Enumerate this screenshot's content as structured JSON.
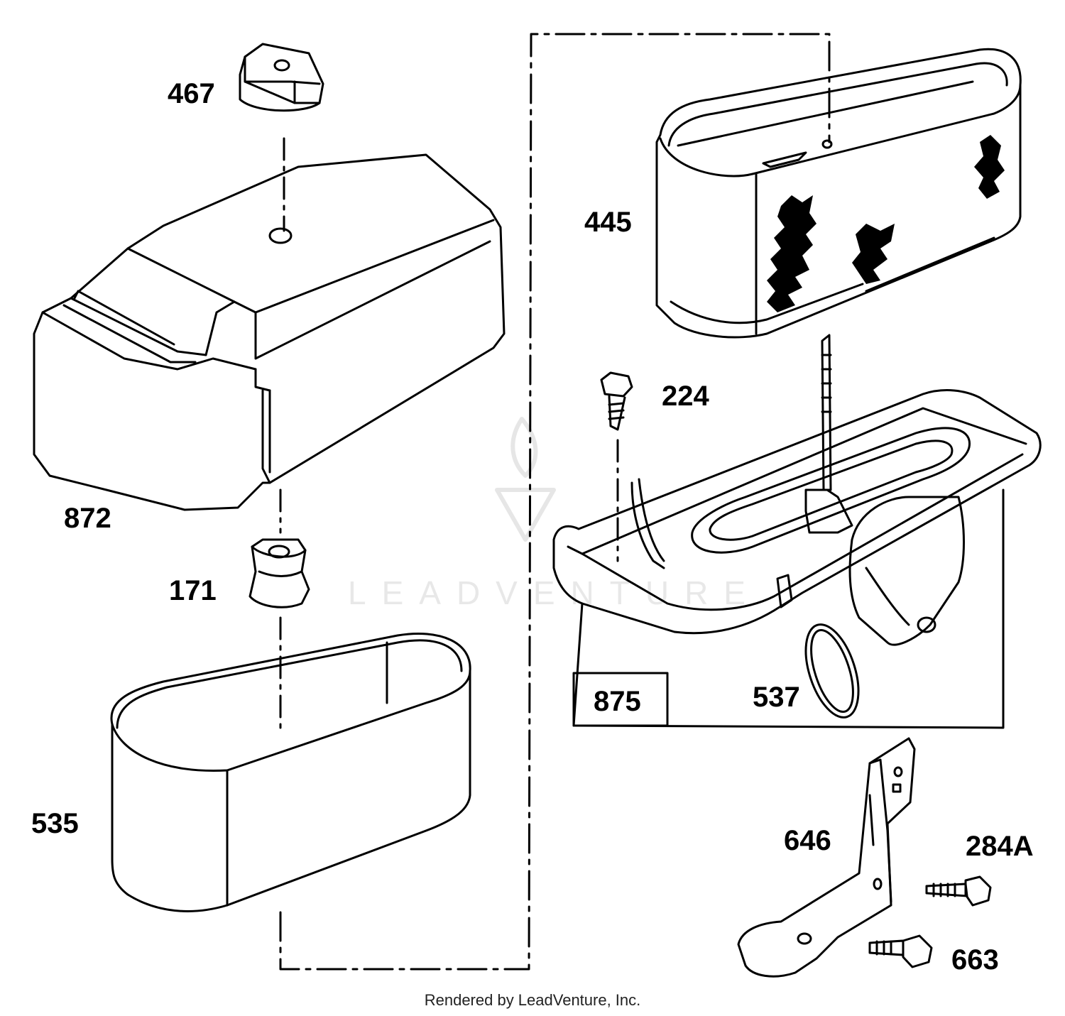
{
  "diagram": {
    "part_labels": {
      "p467": "467",
      "p872": "872",
      "p171": "171",
      "p535": "535",
      "p445": "445",
      "p224": "224",
      "p875": "875",
      "p537": "537",
      "p646": "646",
      "p284a": "284A",
      "p663": "663"
    },
    "watermark": "LEADVENTURE",
    "footer": "Rendered by LeadVenture, Inc."
  },
  "colors": {
    "line": "#000000",
    "background": "#ffffff",
    "watermark": "#e8e8e8"
  }
}
